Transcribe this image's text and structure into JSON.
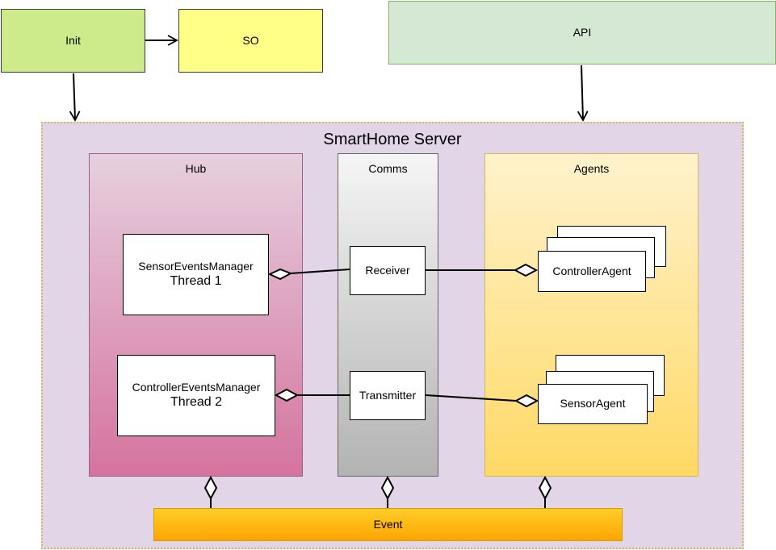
{
  "diagram": {
    "nodes": {
      "init": "Init",
      "so": "SO",
      "api": "API",
      "server": "SmartHome Server",
      "hub": "Hub",
      "comms": "Comms",
      "agents": "Agents",
      "sensor_events_manager": {
        "line1": "SensorEventsManager",
        "line2": "Thread 1"
      },
      "controller_events_manager": {
        "line1": "ControllerEventsManager",
        "line2": "Thread 2"
      },
      "receiver": "Receiver",
      "transmitter": "Transmitter",
      "controller_agent": "ControllerAgent",
      "sensor_agent": "SensorAgent",
      "event": "Event"
    },
    "colors": {
      "init": "#cdeb8b",
      "so": "#ffff88",
      "api": "#d5e8d4",
      "server": "#e1d5e7",
      "hub": "#d5739d",
      "comms": "#b3b3b3",
      "agents": "#ffd966",
      "event": "#ffa500"
    },
    "edges": [
      {
        "from": "Init",
        "to": "SO",
        "type": "arrow"
      },
      {
        "from": "Init",
        "to": "SmartHome Server",
        "type": "arrow"
      },
      {
        "from": "API",
        "to": "SmartHome Server",
        "type": "arrow"
      },
      {
        "from": "Receiver",
        "to": "SensorEventsManager",
        "type": "aggregation"
      },
      {
        "from": "Receiver",
        "to": "ControllerAgent",
        "type": "aggregation"
      },
      {
        "from": "Transmitter",
        "to": "ControllerEventsManager",
        "type": "aggregation"
      },
      {
        "from": "Transmitter",
        "to": "SensorAgent",
        "type": "aggregation"
      },
      {
        "from": "Event",
        "to": "Hub",
        "type": "aggregation"
      },
      {
        "from": "Event",
        "to": "Comms",
        "type": "aggregation"
      },
      {
        "from": "Event",
        "to": "Agents",
        "type": "aggregation"
      }
    ]
  }
}
